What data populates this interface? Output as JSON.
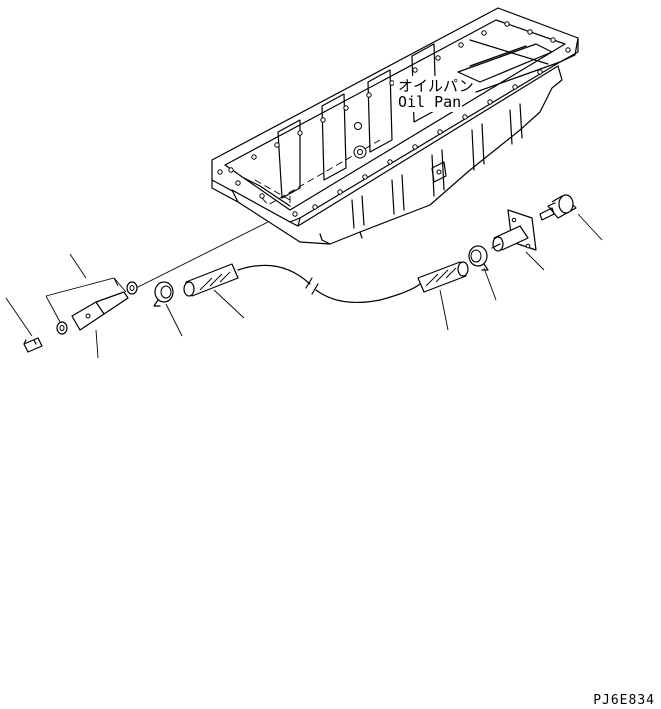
{
  "labels": {
    "oil_pan_jp": "オイルパン",
    "oil_pan_en": "Oil Pan"
  },
  "drawing_code": "PJ6E834"
}
